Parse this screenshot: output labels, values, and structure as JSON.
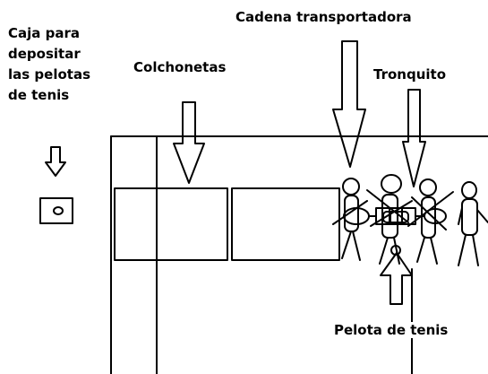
{
  "labels": {
    "ball_box_lines": [
      "Caja para",
      "depositar",
      "las pelotas",
      "de tenis"
    ],
    "mats": "Colchonetas",
    "conveyor_chain": "Cadena transportadora",
    "log": "Tronquito",
    "tennis_ball": "Pelota de tenis"
  },
  "colors": {
    "stroke": "#000000",
    "background": "#ffffff"
  }
}
